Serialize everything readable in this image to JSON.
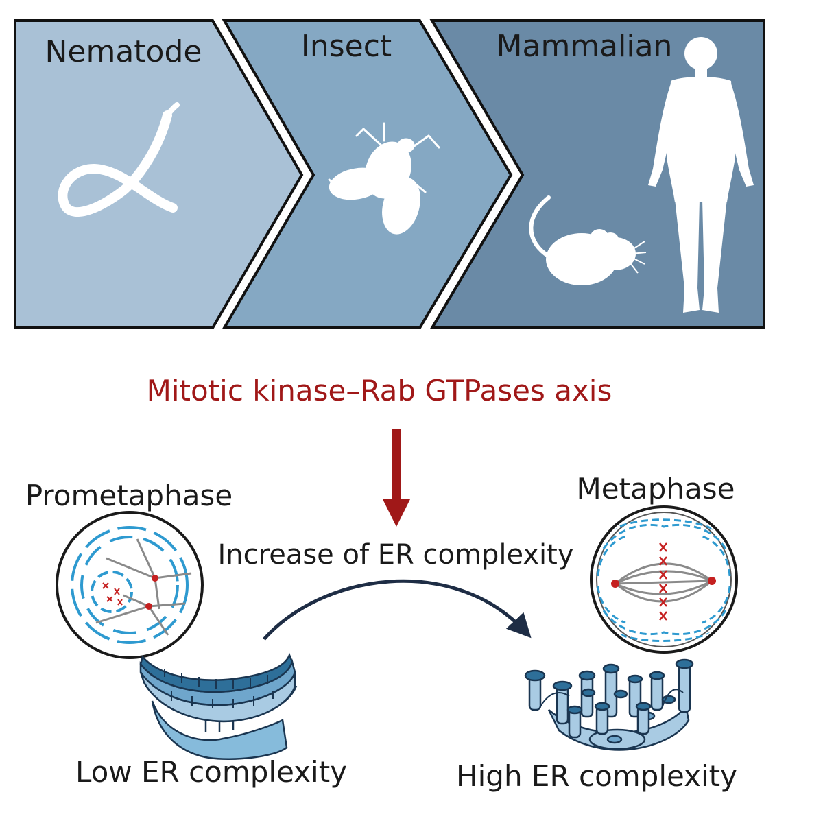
{
  "banner": {
    "panels": [
      {
        "label": "Nematode"
      },
      {
        "label": "Insect"
      },
      {
        "label": "Mammalian"
      }
    ]
  },
  "axis_title": "Mitotic kinase–Rab GTPases axis",
  "arrow_label": "Increase of ER complexity",
  "phases": {
    "left": "Prometaphase",
    "right": "Metaphase"
  },
  "er": {
    "low": "Low ER complexity",
    "high": "High ER complexity"
  },
  "colors": {
    "panel1": "#a9c1d6",
    "panel2": "#85a8c3",
    "panel3": "#6a8aa6",
    "accent_red": "#a01818",
    "er_blue": "#2e9ad0",
    "er_fill": "#86bbdb",
    "curve": "#1e2d45"
  }
}
